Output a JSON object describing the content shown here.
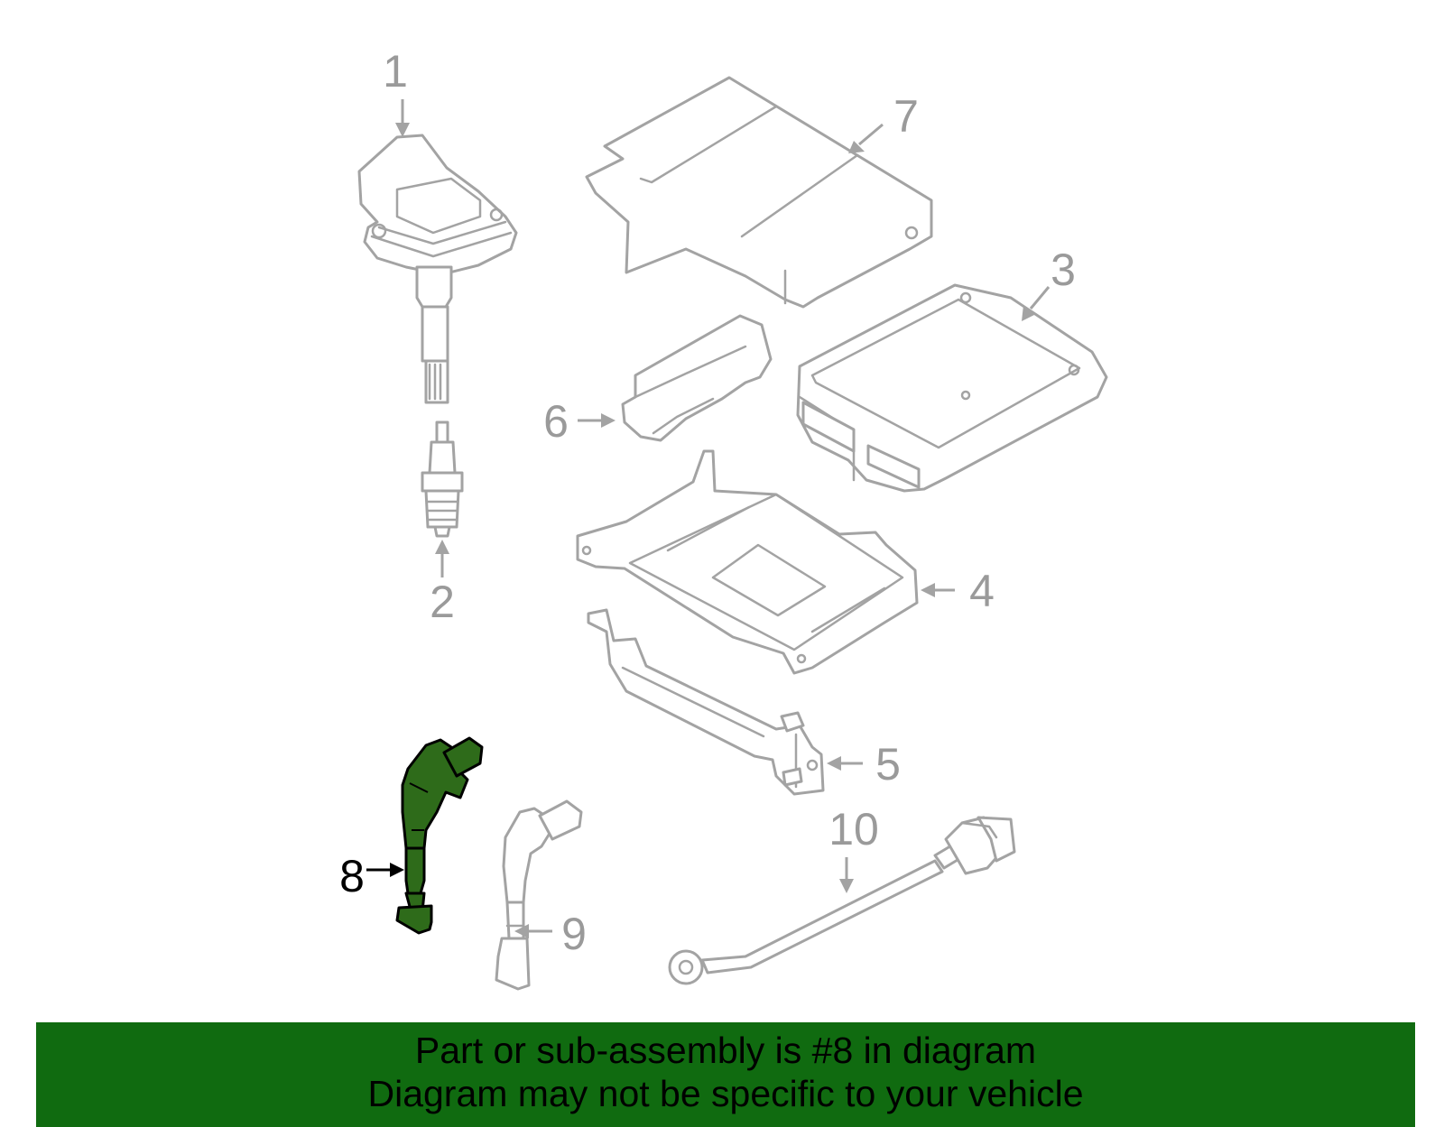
{
  "diagram": {
    "callouts": {
      "c1": "1",
      "c2": "2",
      "c3": "3",
      "c4": "4",
      "c5": "5",
      "c6": "6",
      "c7": "7",
      "c8": "8",
      "c9": "9",
      "c10": "10"
    },
    "highlighted_part": "8",
    "colors": {
      "highlight": "#2e6b1a",
      "lines": "#a3a3a3",
      "banner": "#106b10"
    }
  },
  "footer": {
    "line1": "Part or sub-assembly is #8 in diagram",
    "line2": "Diagram may not be specific to your vehicle"
  }
}
